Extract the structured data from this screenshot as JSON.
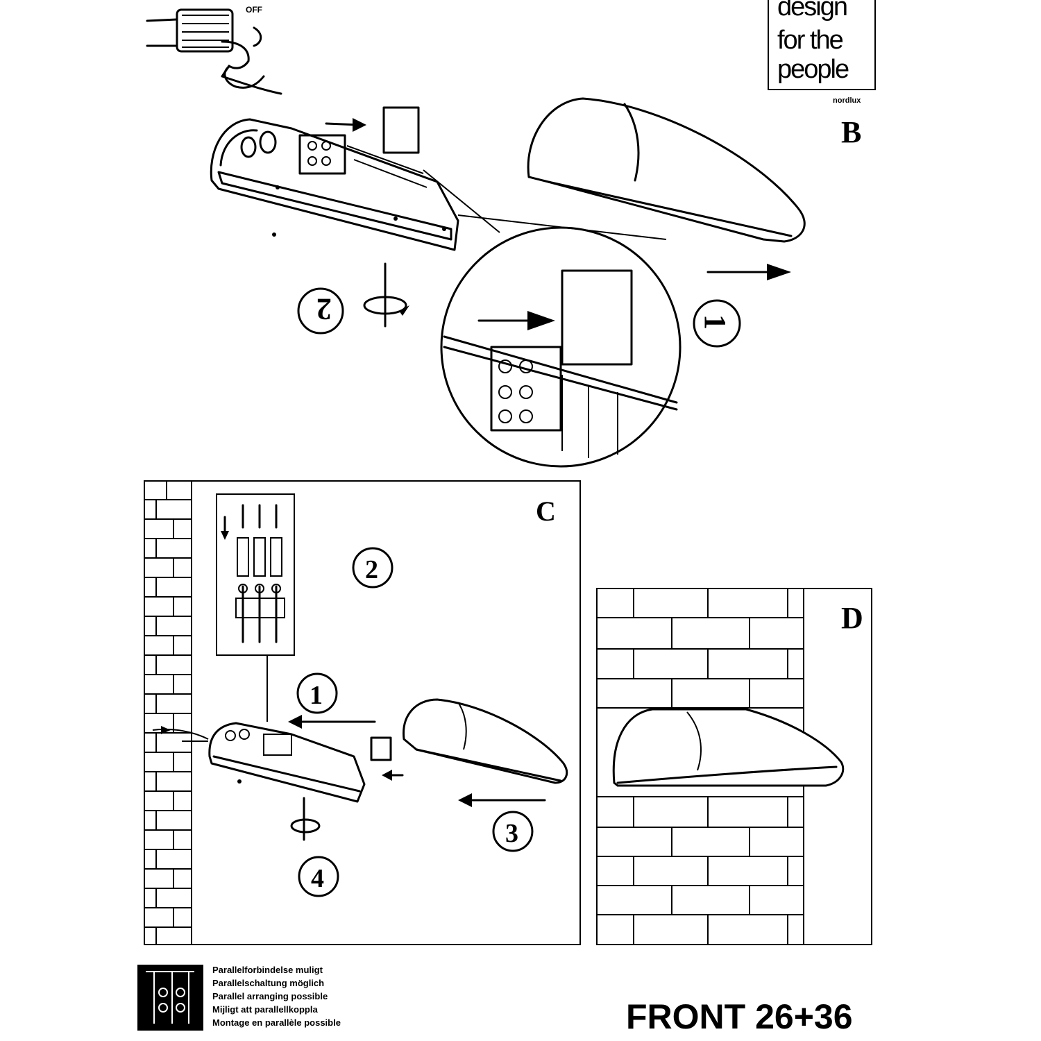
{
  "logo": {
    "line1": "design",
    "line2": "for the",
    "line3": "people",
    "brand": "nordlux"
  },
  "top_switch_label": "OFF",
  "panels": {
    "b": "B",
    "c": "C",
    "d": "D"
  },
  "steps_b": {
    "one": "1",
    "two": "2"
  },
  "steps_c": {
    "one": "1",
    "two": "2",
    "three": "3",
    "four": "4"
  },
  "notes": [
    "Parallelforbindelse muligt",
    "Parallelschaltung möglich",
    "Parallel arranging possible",
    "Mijligt att parallellkoppla",
    "Montage en parallèle possible"
  ],
  "product_name": "FRONT 26+36"
}
